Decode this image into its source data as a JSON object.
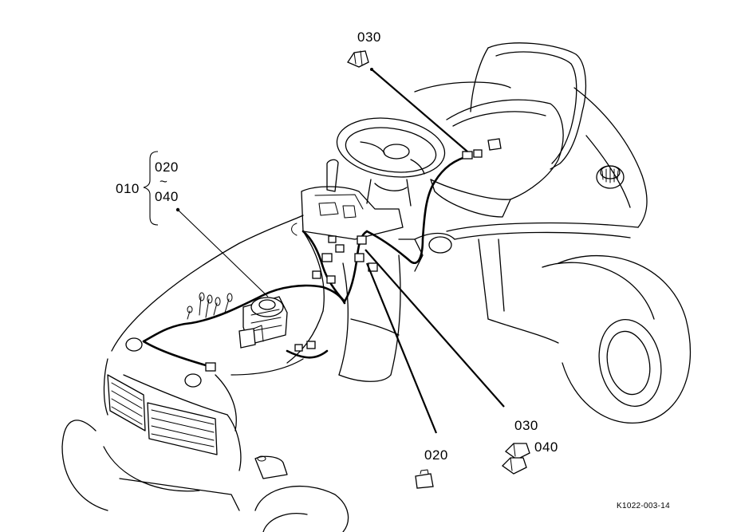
{
  "callouts": {
    "label_030_top": "030",
    "label_010": "010",
    "label_020_range_start": "020",
    "label_range_tilde": "~",
    "label_040_range_end": "040",
    "label_020_bottom": "020",
    "label_030_bottom": "030",
    "label_040_bottom": "040"
  },
  "figure_ref": "K1022-003-14"
}
